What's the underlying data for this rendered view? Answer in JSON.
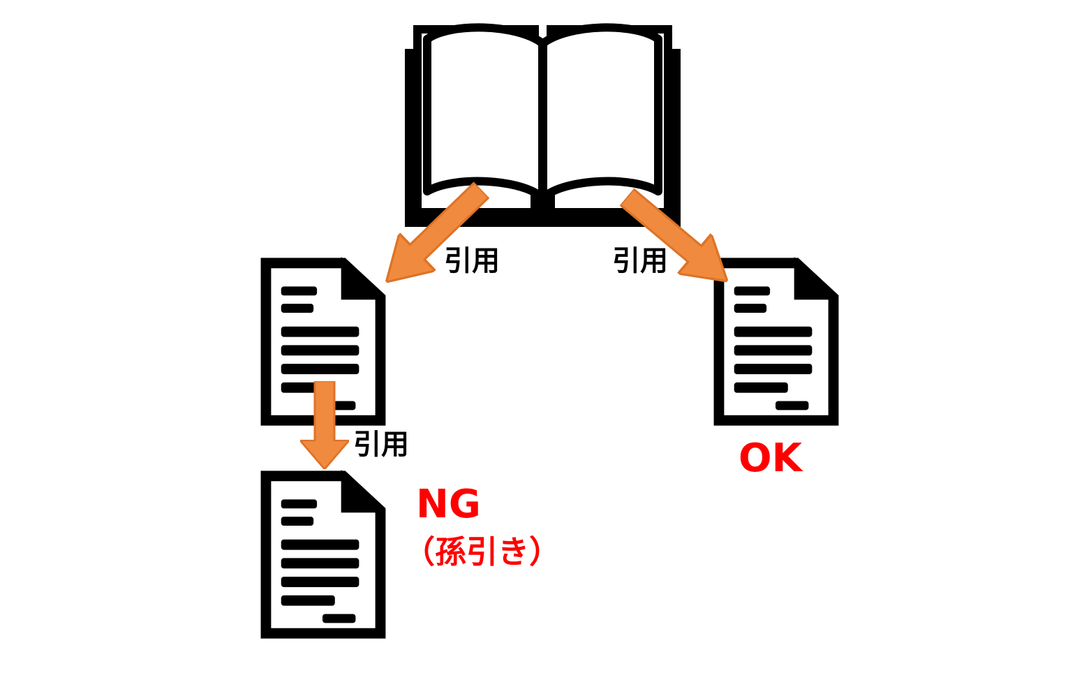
{
  "diagram": {
    "title": "citation-flow-diagram",
    "book": {
      "icon": "open-book-icon"
    },
    "documents": [
      {
        "icon": "document-icon",
        "role": "cited-document-left"
      },
      {
        "icon": "document-icon",
        "role": "cited-document-right-ok"
      },
      {
        "icon": "document-icon",
        "role": "secondhand-citation-document"
      }
    ],
    "arrows": [
      {
        "icon": "quote-arrow-left-icon",
        "from": "book",
        "to": "cited-document-left"
      },
      {
        "icon": "quote-arrow-right-icon",
        "from": "book",
        "to": "cited-document-right-ok"
      },
      {
        "icon": "quote-arrow-down-icon",
        "from": "cited-document-left",
        "to": "secondhand-citation-document"
      }
    ],
    "labels": {
      "quote_left": "引用",
      "quote_right": "引用",
      "quote_bottom": "引用",
      "ok": "OK",
      "ng": "NG",
      "ng_sub": "（孫引き）"
    },
    "colors": {
      "arrow_fill": "#F08A3E",
      "arrow_stroke": "#DD7327",
      "label_red": "#FF0000",
      "ink": "#000000",
      "paper": "#FFFFFF"
    }
  }
}
